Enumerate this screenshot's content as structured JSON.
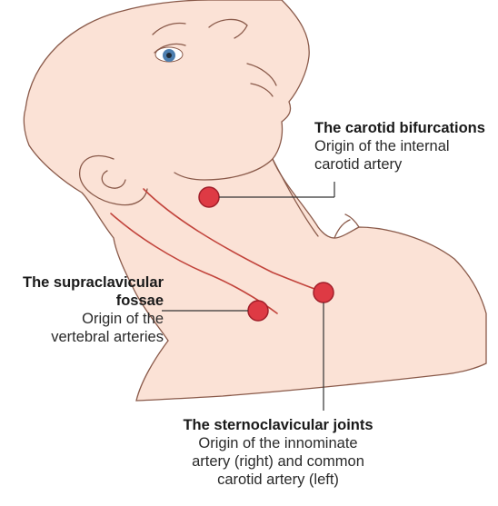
{
  "colors": {
    "skin": "#fbe2d6",
    "skin_outline": "#8a5a4a",
    "artery_line": "#c2443c",
    "marker_fill": "#de3a44",
    "marker_stroke": "#a11f2a",
    "iris": "#4d7fb0",
    "leader": "#333333"
  },
  "labels": {
    "carotid": {
      "title": "The carotid bifurcations",
      "desc_line1": "Origin of the internal",
      "desc_line2": "carotid artery"
    },
    "supraclavicular": {
      "title_line1": "The supraclavicular",
      "title_line2": "fossae",
      "desc_line1": "Origin of the",
      "desc_line2": "vertebral arteries"
    },
    "sternoclavicular": {
      "title": "The sternoclavicular joints",
      "desc_line1": "Origin of the innominate",
      "desc_line2": "artery (right) and common",
      "desc_line3": "carotid artery (left)"
    }
  }
}
